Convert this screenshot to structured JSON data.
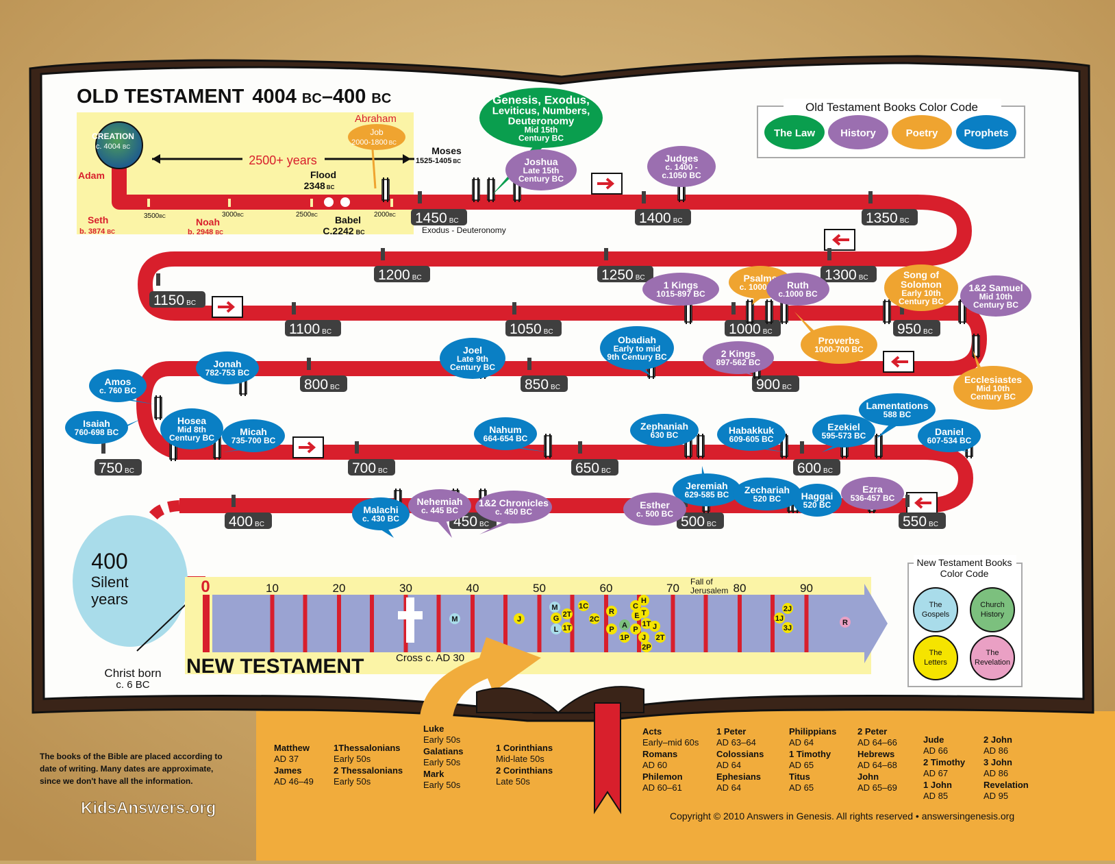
{
  "colors": {
    "law": "#0a9e4e",
    "history": "#9b6fb0",
    "poetry": "#efa430",
    "prophets": "#0a7fc4",
    "road": "#d81f2c",
    "gospels": "#a9dcea",
    "church_history": "#7cc07e",
    "letters": "#f5e400",
    "revelation": "#eaa0c4",
    "nt_band": "#9aa3d2",
    "highlight": "#fbf4a6",
    "bottom_band": "#f1ac3c"
  },
  "ot": {
    "title": "OLD TESTAMENT",
    "dates_a": "4004 ",
    "bc1": "BC",
    "dates_b": "–400 ",
    "bc2": "BC",
    "creation_label": "CREATION",
    "creation_date": "c. 4004 ",
    "bc_small": "BC",
    "span": "2500+ years",
    "adam": "Adam",
    "abraham": "Abraham",
    "job": "Job",
    "job_date": "2000-1800",
    "moses": "Moses",
    "moses_date": "1525-1405",
    "flood": "Flood",
    "flood_date": "2348",
    "babel": "Babel",
    "babel_date": "C.2242",
    "seth": "Seth",
    "seth_date": "b. 3874",
    "noah": "Noah",
    "noah_date": "b. 2948",
    "t3500": "3500",
    "t3000": "3000",
    "t2500": "2500",
    "t2000": "2000",
    "exodus_deut": "Exodus - Deuteronomy"
  },
  "legend_ot": {
    "title": "Old Testament Books Color Code",
    "law": "The Law",
    "history": "History",
    "poetry": "Poetry",
    "prophets": "Prophets"
  },
  "bubbles": {
    "pentateuch": [
      "Genesis, Exodus,",
      "Leviticus, Numbers,",
      "Deuteronomy",
      "Mid 15th",
      "Century BC"
    ],
    "joshua": [
      "Joshua",
      "Late 15th",
      "Century BC"
    ],
    "judges": [
      "Judges",
      "c. 1400 -",
      "c.1050 BC"
    ],
    "kings1": [
      "1 Kings",
      "1015-897 BC"
    ],
    "psalms": [
      "Psalms",
      "c. 1000 BC"
    ],
    "ruth": [
      "Ruth",
      "c.1000 BC"
    ],
    "song": [
      "Song of",
      "Solomon",
      "Early 10th",
      "Century BC"
    ],
    "samuel": [
      "1&2 Samuel",
      "Mid 10th",
      "Century BC"
    ],
    "proverbs": [
      "Proverbs",
      "1000-700 BC"
    ],
    "ecclesiastes": [
      "Ecclesiastes",
      "Mid 10th",
      "Century BC"
    ],
    "obadiah": [
      "Obadiah",
      "Early to mid",
      "9th Century BC"
    ],
    "kings2": [
      "2 Kings",
      "897-562 BC"
    ],
    "joel": [
      "Joel",
      "Late 9th",
      "Century BC"
    ],
    "jonah": [
      "Jonah",
      "782-753 BC"
    ],
    "amos": [
      "Amos",
      "c. 760 BC"
    ],
    "isaiah": [
      "Isaiah",
      "760-698 BC"
    ],
    "hosea": [
      "Hosea",
      "Mid 8th",
      "Century BC"
    ],
    "micah": [
      "Micah",
      "735-700 BC"
    ],
    "nahum": [
      "Nahum",
      "664-654 BC"
    ],
    "zephaniah": [
      "Zephaniah",
      "630 BC"
    ],
    "habakkuk": [
      "Habakkuk",
      "609-605 BC"
    ],
    "ezekiel": [
      "Ezekiel",
      "595-573 BC"
    ],
    "lamentations": [
      "Lamentations",
      "588 BC"
    ],
    "daniel": [
      "Daniel",
      "607-534 BC"
    ],
    "jeremiah": [
      "Jeremiah",
      "629-585 BC"
    ],
    "zechariah": [
      "Zechariah",
      "520 BC"
    ],
    "haggai": [
      "Haggai",
      "520 BC"
    ],
    "ezra": [
      "Ezra",
      "536-457 BC"
    ],
    "esther": [
      "Esther",
      "c. 500 BC"
    ],
    "malachi": [
      "Malachi",
      "c. 430 BC"
    ],
    "nehemiah": [
      "Nehemiah",
      "c. 445 BC"
    ],
    "chronicles": [
      "1&2 Chronicles",
      "c. 450 BC"
    ]
  },
  "years": {
    "y1450": "1450",
    "y1400": "1400",
    "y1350": "1350",
    "y1300": "1300",
    "y1250": "1250",
    "y1200": "1200",
    "y1150": "1150",
    "y1100": "1100",
    "y1050": "1050",
    "y1000": "1000",
    "y950": "950",
    "y900": "900",
    "y850": "850",
    "y800": "800",
    "y750": "750",
    "y700": "700",
    "y650": "650",
    "y600": "600",
    "y550": "550",
    "y500": "500",
    "y450": "450",
    "y400": "400",
    "bc": "BC"
  },
  "silent": {
    "num": "400",
    "l1": "Silent",
    "l2": "years"
  },
  "christ": {
    "l1": "Christ born",
    "l2": "c. 6 BC"
  },
  "nt": {
    "title": "NEW TESTAMENT",
    "ticks": [
      "0",
      "10",
      "20",
      "30",
      "40",
      "50",
      "60",
      "70",
      "80",
      "90"
    ],
    "fall_l1": "Fall of",
    "fall_l2": "Jerusalem",
    "cross": "Cross c. AD 30"
  },
  "nt_markers": {
    "M": "M",
    "J": "J",
    "M2": "M",
    "G": "G",
    "L": "L",
    "T2": "2T",
    "T1": "1T",
    "C1": "1C",
    "C2": "2C",
    "R1": "R",
    "P1": "P",
    "H": "H",
    "C": "C",
    "E": "E",
    "T": "T",
    "J1": "J",
    "A": "A",
    "P2": "P",
    "T1b": "1T",
    "P1b": "1P",
    "Jb": "J",
    "J2": "J",
    "P2b": "2P",
    "T2b": "2T",
    "J2n": "2J",
    "J1n": "1J",
    "J3n": "3J",
    "Rev": "R"
  },
  "legend_nt": {
    "title1": "New Testament Books",
    "title2": "Color Code",
    "gospels": [
      "The",
      "Gospels"
    ],
    "church": [
      "Church",
      "History"
    ],
    "letters": [
      "The",
      "Letters"
    ],
    "revelation": [
      "The",
      "Revelation"
    ]
  },
  "footnote": [
    "The books of the Bible are placed according to",
    "date of writing.  Many dates are approximate,",
    "since we don't have all the information."
  ],
  "logo": "KidsAnswers.org",
  "books_cols": [
    [
      [
        "Matthew",
        "AD 37"
      ],
      [
        "James",
        "AD 46–49"
      ]
    ],
    [
      [
        "1Thessalonians",
        "Early 50s"
      ],
      [
        "2 Thessalonians",
        "Early 50s"
      ]
    ],
    [
      [
        "Luke",
        "Early 50s"
      ],
      [
        "Galatians",
        "Early 50s"
      ],
      [
        "Mark",
        "Early 50s"
      ]
    ],
    [
      [
        "1 Corinthians",
        "Mid-late 50s"
      ],
      [
        "2 Corinthians",
        "Late 50s"
      ]
    ],
    [
      [
        "Acts",
        "Early–mid 60s"
      ],
      [
        "Romans",
        "AD 60"
      ],
      [
        "Philemon",
        "AD 60–61"
      ]
    ],
    [
      [
        "1 Peter",
        "AD 63–64"
      ],
      [
        "Colossians",
        "AD 64"
      ],
      [
        "Ephesians",
        "AD 64"
      ]
    ],
    [
      [
        "Philippians",
        "AD 64"
      ],
      [
        "1 Timothy",
        "AD 65"
      ],
      [
        "Titus",
        "AD 65"
      ]
    ],
    [
      [
        "2 Peter",
        "AD 64–66"
      ],
      [
        "Hebrews",
        "AD 64–68"
      ],
      [
        "John",
        "AD 65–69"
      ]
    ],
    [
      [
        "Jude",
        "AD 66"
      ],
      [
        "2 Timothy",
        "AD 67"
      ],
      [
        "1 John",
        "AD 85"
      ]
    ],
    [
      [
        "2 John",
        "AD 86"
      ],
      [
        "3 John",
        "AD 86"
      ],
      [
        "Revelation",
        "AD 95"
      ]
    ]
  ],
  "copyright": "Copyright © 2010 Answers in Genesis. All rights reserved • answersingenesis.org"
}
